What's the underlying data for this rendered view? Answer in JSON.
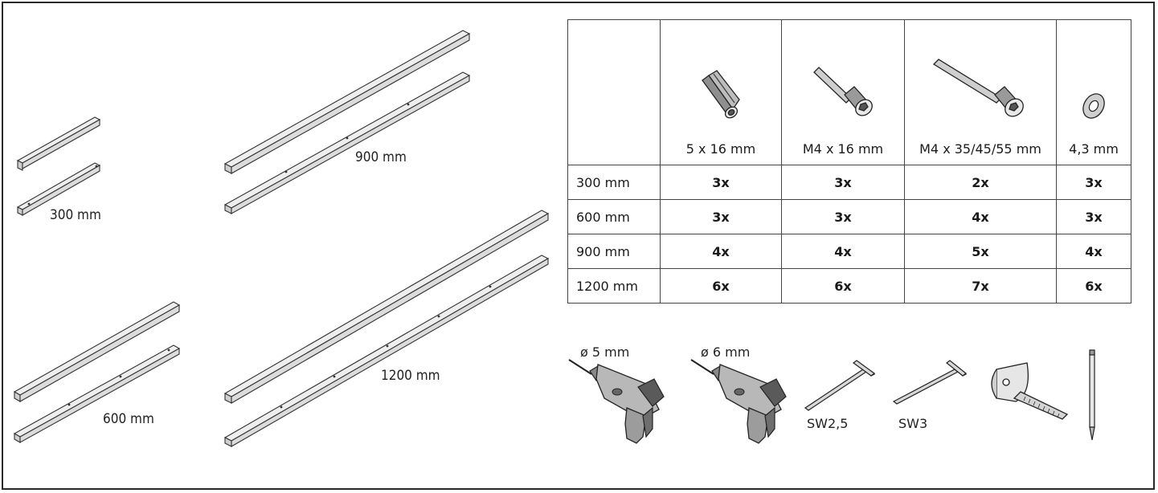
{
  "rails": [
    {
      "label": "300 mm"
    },
    {
      "label": "900 mm"
    },
    {
      "label": "600 mm"
    },
    {
      "label": "1200 mm"
    }
  ],
  "table": {
    "columns": [
      {
        "icon": "anchor-sleeve-icon",
        "label": "5 x 16 mm"
      },
      {
        "icon": "short-screw-icon",
        "label": "M4 x 16 mm"
      },
      {
        "icon": "long-screw-icon",
        "label": "M4 x 35/45/55 mm"
      },
      {
        "icon": "washer-icon",
        "label": "4,3 mm"
      }
    ],
    "rows": [
      {
        "length": "300 mm",
        "counts": [
          "3x",
          "3x",
          "2x",
          "3x"
        ]
      },
      {
        "length": "600 mm",
        "counts": [
          "3x",
          "3x",
          "4x",
          "3x"
        ]
      },
      {
        "length": "900 mm",
        "counts": [
          "4x",
          "4x",
          "5x",
          "4x"
        ]
      },
      {
        "length": "1200 mm",
        "counts": [
          "6x",
          "6x",
          "7x",
          "6x"
        ]
      }
    ]
  },
  "tools": [
    {
      "icon": "drill-icon",
      "label": "ø 5 mm"
    },
    {
      "icon": "drill-icon",
      "label": "ø 6 mm"
    },
    {
      "icon": "hex-key-icon",
      "label": "SW2,5"
    },
    {
      "icon": "hex-key-icon",
      "label": "SW3"
    },
    {
      "icon": "tape-measure-icon",
      "label": ""
    },
    {
      "icon": "pencil-icon",
      "label": ""
    }
  ]
}
